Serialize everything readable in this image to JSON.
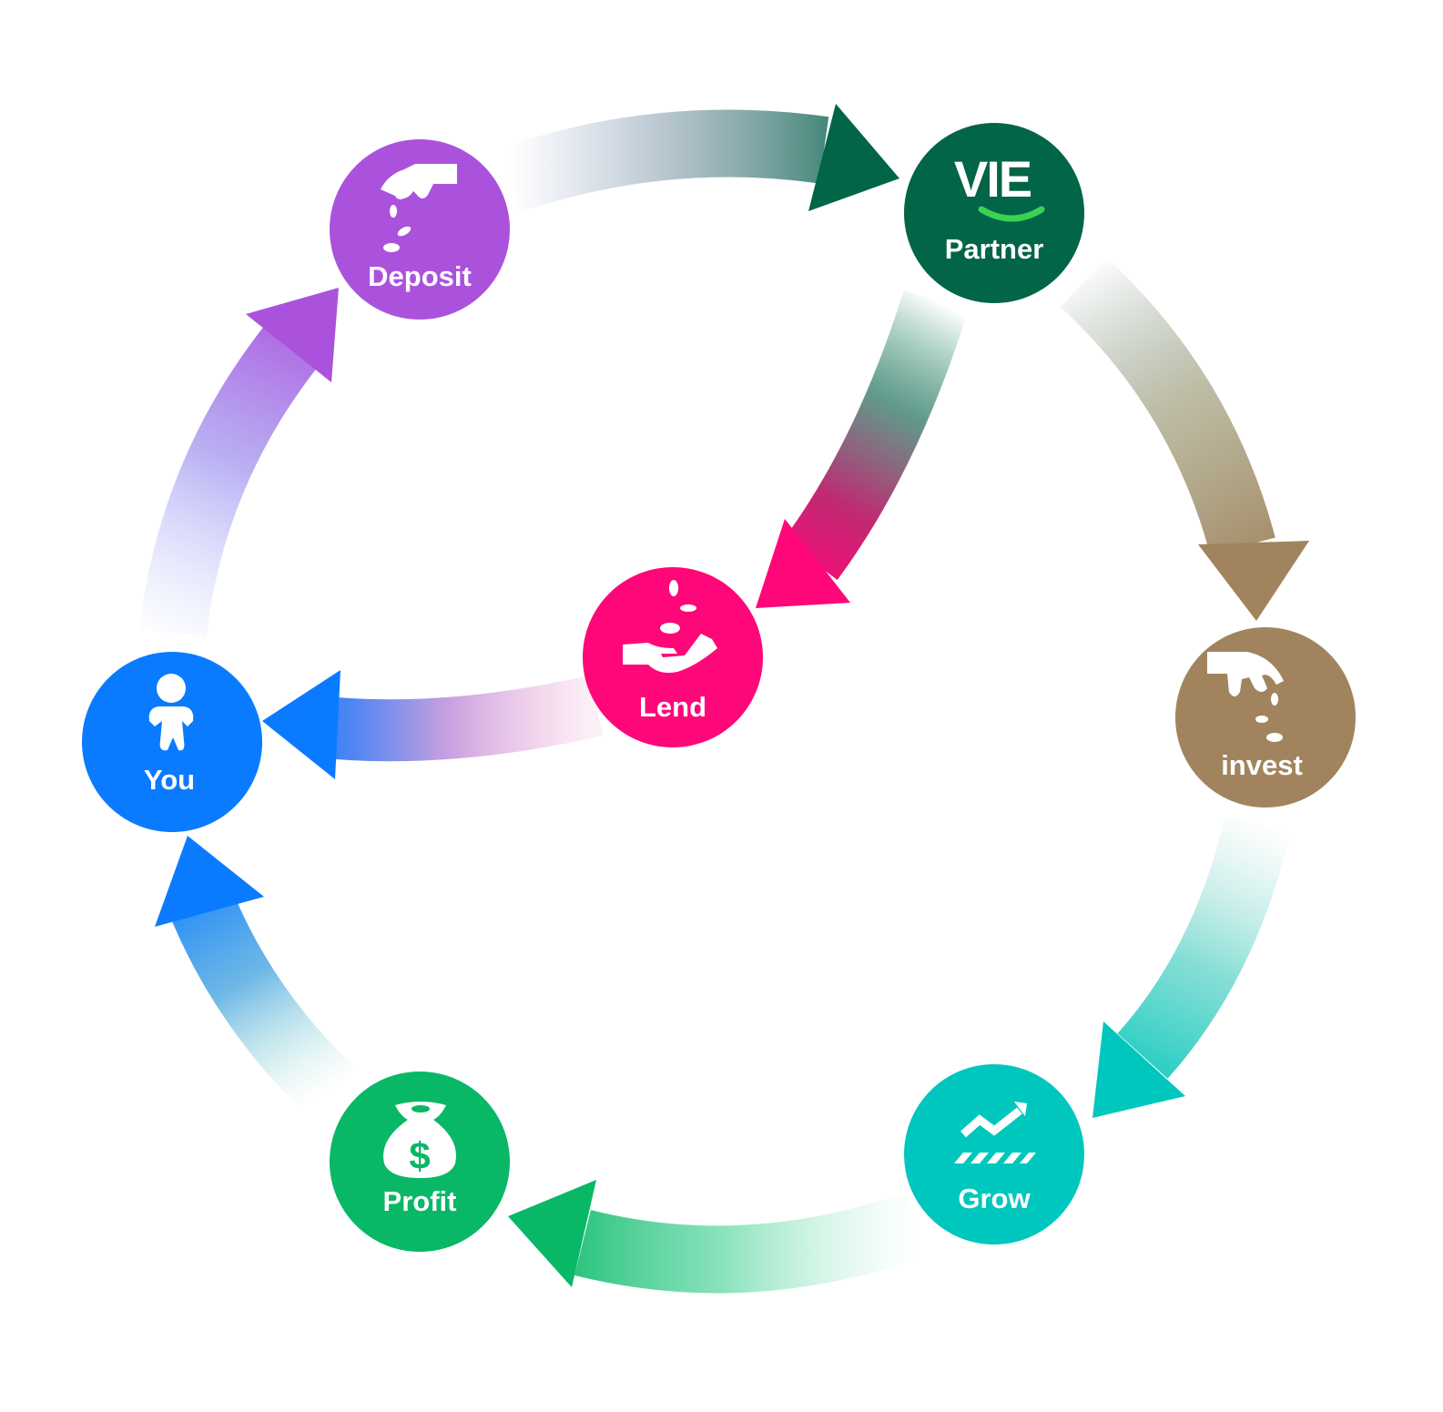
{
  "nodes": {
    "deposit": {
      "label": "Deposit",
      "color": "#ab52dd",
      "icon": "hand-dropping-coins-icon"
    },
    "partner": {
      "label": "Partner",
      "color": "#026547",
      "icon": "vie-logo",
      "logo_text": "VIE",
      "logo_smile_color": "#39d353"
    },
    "invest": {
      "label": "invest",
      "color": "#a1845e",
      "icon": "hand-dropping-coins-icon"
    },
    "grow": {
      "label": "Grow",
      "color": "#00c7bd",
      "icon": "growth-chart-icon"
    },
    "profit": {
      "label": "Profit",
      "color": "#08b866",
      "icon": "money-bag-icon"
    },
    "you": {
      "label": "You",
      "color": "#0a7bff",
      "icon": "person-icon"
    },
    "lend": {
      "label": "Lend",
      "color": "#fe0779",
      "icon": "hand-receiving-coins-icon"
    }
  },
  "flows": [
    {
      "from": "deposit",
      "to": "partner"
    },
    {
      "from": "partner",
      "to": "invest"
    },
    {
      "from": "invest",
      "to": "grow"
    },
    {
      "from": "grow",
      "to": "profit"
    },
    {
      "from": "profit",
      "to": "you"
    },
    {
      "from": "you",
      "to": "deposit"
    },
    {
      "from": "partner",
      "to": "lend"
    },
    {
      "from": "lend",
      "to": "you"
    }
  ]
}
